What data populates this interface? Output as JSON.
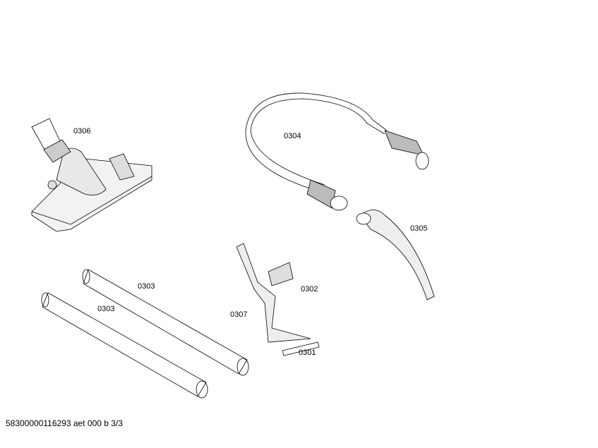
{
  "parts": [
    {
      "id": "0306",
      "label": "0306"
    },
    {
      "id": "0304",
      "label": "0304"
    },
    {
      "id": "0305",
      "label": "0305"
    },
    {
      "id": "0302",
      "label": "0302"
    },
    {
      "id": "0303a",
      "label": "0303"
    },
    {
      "id": "0303b",
      "label": "0303"
    },
    {
      "id": "0307",
      "label": "0307"
    },
    {
      "id": "0301",
      "label": "0301"
    }
  ],
  "footer": "58300000116293 aet 000 b 3/3"
}
